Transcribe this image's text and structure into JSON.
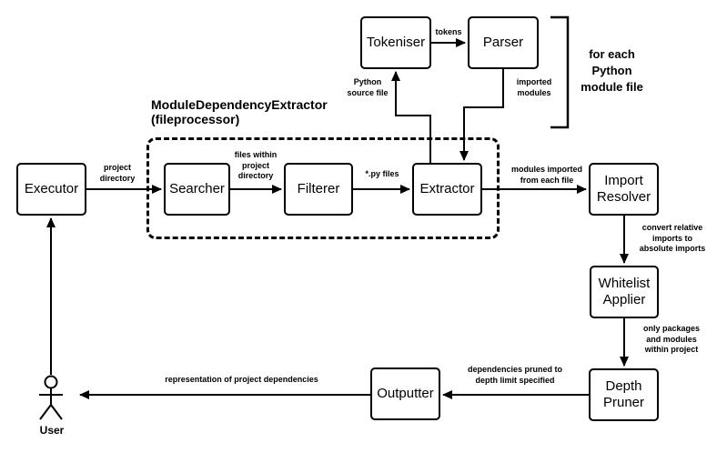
{
  "diagram": {
    "colors": {
      "stroke": "#000000",
      "background": "#ffffff",
      "node_fill": "#ffffff"
    },
    "container": {
      "title": "ModuleDependencyExtractor\n(fileprocessor)"
    },
    "bracket_note": "for each\nPython\nmodule file",
    "nodes": {
      "tokeniser": {
        "label": "Tokeniser"
      },
      "parser": {
        "label": "Parser"
      },
      "executor": {
        "label": "Executor"
      },
      "searcher": {
        "label": "Searcher"
      },
      "filterer": {
        "label": "Filterer"
      },
      "extractor": {
        "label": "Extractor"
      },
      "import_resolver": {
        "label": "Import Resolver"
      },
      "whitelist_applier": {
        "label": "Whitelist Applier"
      },
      "depth_pruner": {
        "label": "Depth Pruner"
      },
      "outputter": {
        "label": "Outputter"
      }
    },
    "edge_labels": {
      "tokens": "tokens",
      "python_source_file": "Python\nsource file",
      "imported_modules": "imported\nmodules",
      "project_directory": "project\ndirectory",
      "files_within_project_directory": "files within\nproject\ndirectory",
      "py_files": "*.py files",
      "modules_imported_from_each_file": "modules imported\nfrom each file",
      "convert_relative_imports": "convert relative\nimports to\nabsolute imports",
      "only_packages": "only packages\nand modules\nwithin project",
      "dependencies_pruned": "dependencies pruned to\ndepth limit specified",
      "representation": "representation of project dependencies"
    },
    "actor": {
      "label": "User"
    }
  }
}
